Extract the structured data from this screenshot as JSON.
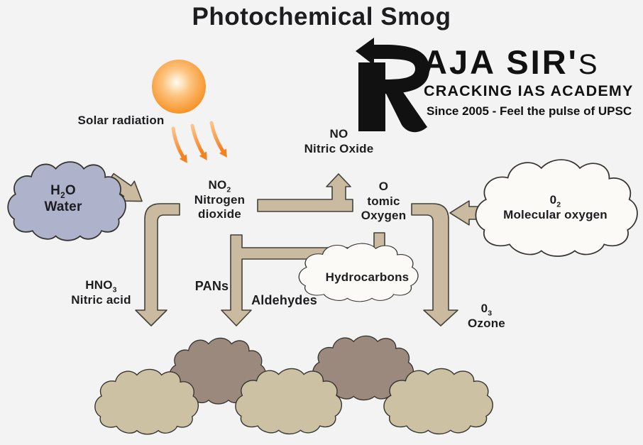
{
  "title": "Photochemical Smog",
  "logo": {
    "brand_r": "R",
    "brand_rest": "AJA SIR'",
    "brand_s": "S",
    "tagline": "CRACKING IAS ACADEMY",
    "subline": "Since 2005 - Feel the pulse of UPSC"
  },
  "labels": {
    "solar": "Solar radiation",
    "h2o": {
      "pre": "H",
      "sub": "2",
      "post": "O",
      "name": "Water"
    },
    "no2": {
      "pre": "NO",
      "sub": "2",
      "post": "",
      "line1": "Nitrogen",
      "line2": "dioxide"
    },
    "no": {
      "formula": "NO",
      "name": "Nitric Oxide"
    },
    "atomic_oxygen": {
      "line1": "O",
      "line2": "tomic",
      "line3": "Oxygen"
    },
    "o2": {
      "pre": "0",
      "sub": "2",
      "post": "",
      "name": "Molecular oxygen"
    },
    "hydrocarbons": "Hydrocarbons",
    "hno3": {
      "pre": "HNO",
      "sub": "3",
      "post": "",
      "name": "Nitric acid"
    },
    "pans": "PANs",
    "aldehydes": "Aldehydes",
    "o3": {
      "pre": "0",
      "sub": "3",
      "post": "",
      "name": "Ozone"
    }
  },
  "colors": {
    "bg": "#f3f3f4",
    "ink": "#1d1d1f",
    "logo": "#111111",
    "sun-core": "#fffdf2",
    "sun-mid": "#fcc37e",
    "sun-edge": "#f68d1d",
    "solar-light": "#fcc488",
    "solar-deep": "#f58220",
    "pipe": "#c9baa0",
    "pipe-outline": "#44423a",
    "cloud-water": "#aeb3cb",
    "cloud-white": "#fbfaf7",
    "cloud-outline": "#35342f",
    "smog-light": "#cdc1a4",
    "smog-dark": "#9c897d"
  }
}
